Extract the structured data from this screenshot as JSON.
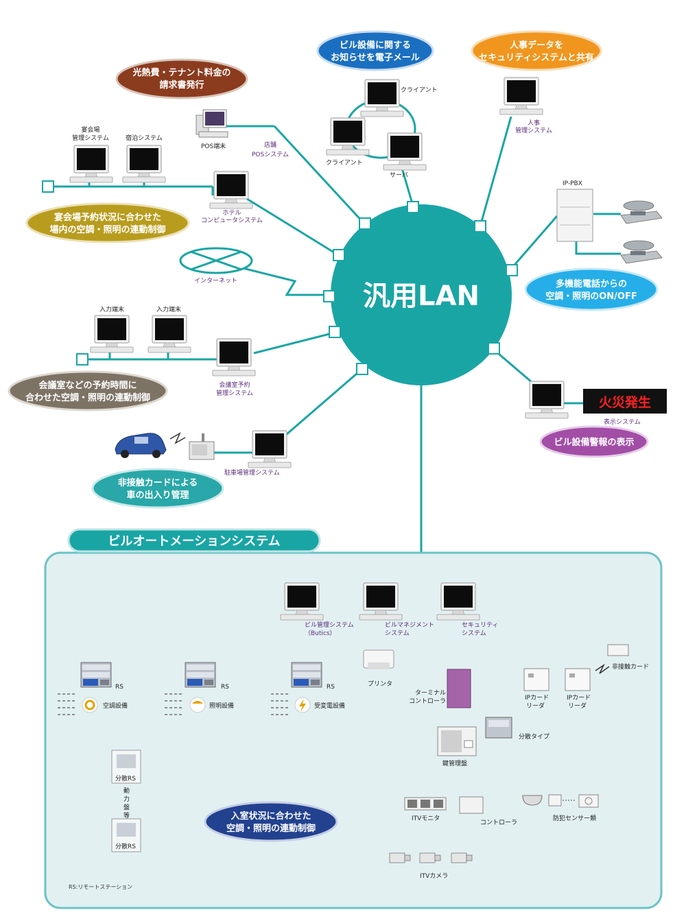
{
  "colors": {
    "lan": "#1aa5a5",
    "line": "#1aa5a5",
    "bas_bg": "#e2f0f2",
    "bas_border": "#6cc3c6",
    "brown": "#8b3b1e",
    "orange": "#f0961e",
    "blue": "#1b6fc1",
    "khaki": "#b89c1e",
    "gray": "#7d7365",
    "teal_pill": "#2aa7a8",
    "sky": "#26aee8",
    "purple": "#a24ea6",
    "navy": "#22418f",
    "fire_red": "#ff2020"
  },
  "lan_label": "汎用LAN",
  "callouts": {
    "billing": [
      "光熱費・テナント料金の",
      "請求書発行"
    ],
    "email": [
      "ビル設備に関する",
      "お知らせを電子メール"
    ],
    "hr_share": [
      "人事データを",
      "セキュリティシステムと共有"
    ],
    "banquet": [
      "宴会場予約状況に合わせた",
      "場内の空調・照明の連動制御"
    ],
    "multiphone": [
      "多機能電話からの",
      "空調・照明のON/OFF"
    ],
    "meeting": [
      "会議室などの予約時間に",
      "合わせた空調・照明の連動制御"
    ],
    "alarm": "ビル設備警報の表示",
    "parking": [
      "非接触カードによる",
      "車の出入り管理"
    ],
    "room_status": [
      "入室状況に合わせた",
      "空調・照明の連動制御"
    ]
  },
  "labels": {
    "client1": "クライアント",
    "client2": "クライアント",
    "server": "サーバ",
    "hr_system": [
      "人事",
      "管理システム"
    ],
    "banquet_system": [
      "宴会場",
      "管理システム"
    ],
    "lodging_system": "宿泊システム",
    "pos_terminal": "POS端末",
    "store_pos": [
      "店舗",
      "POSシステム"
    ],
    "hotel_system": [
      "ホテル",
      "コンピュータシステム"
    ],
    "internet": "インターネット",
    "ippbx": "IP-PBX",
    "input1": "入力端末",
    "input2": "入力端末",
    "meeting_system": [
      "会議室予約",
      "管理システム"
    ],
    "display_system": "表示システム",
    "fire": "火災発生",
    "parking_system": "駐車場管理システム"
  },
  "bas": {
    "title": "ビルオートメーションシステム",
    "butics": [
      "ビル管理システム",
      "（Butics）"
    ],
    "management": [
      "ビルマネジメント",
      "システム"
    ],
    "security": [
      "セキュリティ",
      "システム"
    ],
    "printer": "プリンタ",
    "rs": [
      "RS",
      "RS",
      "RS"
    ],
    "aircon": "空調設備",
    "lighting": "照明設備",
    "power": "受変電設備",
    "terminal_controller": [
      "ターミナル",
      "コントローラ"
    ],
    "key_panel": "鍵管理盤",
    "ip_card_reader_1": [
      "IPカード",
      "リーダ"
    ],
    "ip_card_reader_2": [
      "IPカード",
      "リーダ"
    ],
    "contactless_card": "非接触カード",
    "distributed_type": "分散タイプ",
    "dist_rs_1": "分散RS",
    "dist_rs_2": "分散RS",
    "power_panel": [
      "動",
      "力",
      "盤",
      "等"
    ],
    "itv_monitor": "ITVモニタ",
    "controller": "コントローラ",
    "crime_sensor": "防犯センサー類",
    "itv_camera": "ITVカメラ",
    "rs_note": "RS:リモートステーション"
  }
}
